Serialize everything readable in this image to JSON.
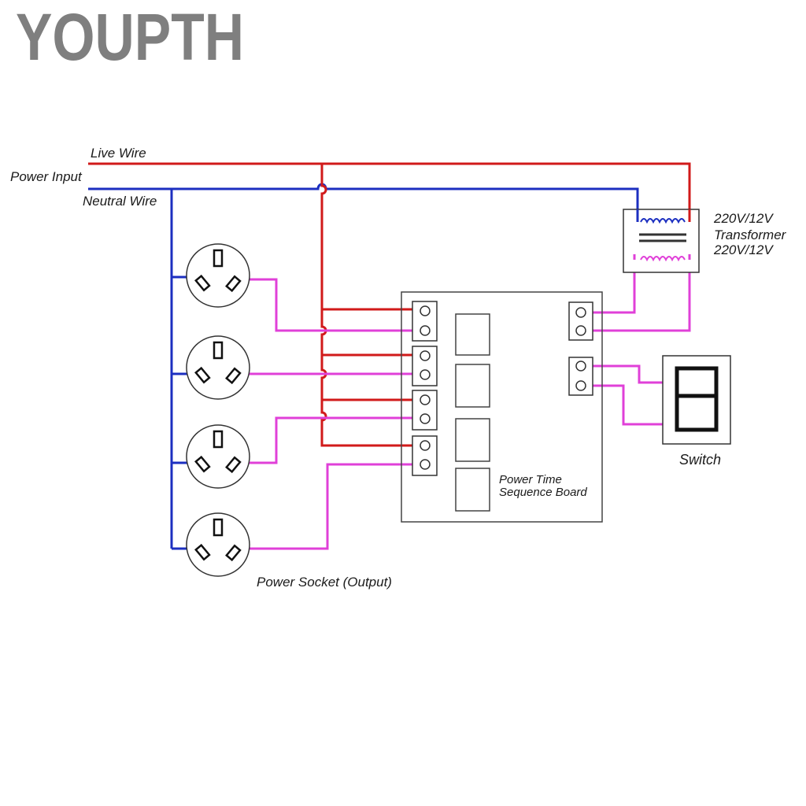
{
  "watermark": "YOUPTH",
  "labels": {
    "live_wire": "Live Wire",
    "power_input": "Power Input",
    "neutral_wire": "Neutral Wire",
    "transformer_line1": "220V/12V",
    "transformer_line2": "Transformer",
    "transformer_line3": "220V/12V",
    "switch": "Switch",
    "board_line1": "Power Time",
    "board_line2": "Sequence Board",
    "sockets": "Power Socket (Output)"
  },
  "colors": {
    "live": "#d11a1a",
    "neutral": "#1c2fc0",
    "signal": "#e040d8",
    "outline": "#333333",
    "watermark": "#7f7f7f"
  }
}
